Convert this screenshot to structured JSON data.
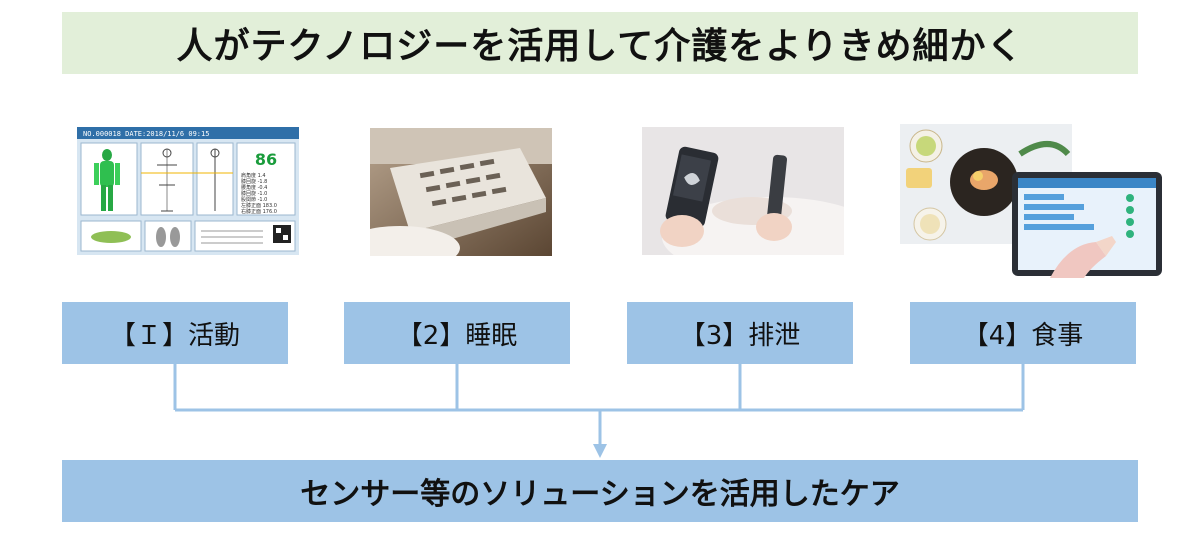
{
  "title": "人がテクノロジーを活用して介護をよりきめ細かく",
  "categories": [
    {
      "label": "【Ｉ】活動",
      "image_icon": "activity-monitor-screen"
    },
    {
      "label": "【2】睡眠",
      "image_icon": "sleep-sensor-bed"
    },
    {
      "label": "【3】排泄",
      "image_icon": "excretion-ultrasound-sensor"
    },
    {
      "label": "【4】食事",
      "image_icon": "meal-tablet-app"
    }
  ],
  "screen_mock": {
    "header": "NO.000018  DATE:2018/11/6 09:15",
    "score": "86",
    "rows": [
      "肩角度 1.4",
      "膝回旋 -1.8",
      "腰角度 -0.4",
      "膝回旋 -1.0",
      "股関節 -1.0",
      "左膝正面 183.0",
      "右膝正面 176.0"
    ]
  },
  "result_label": "センサー等のソリューションを活用したケア",
  "colors": {
    "title_bg": "#e2efd9",
    "box_bg": "#9dc3e6",
    "line": "#9dc3e6"
  }
}
